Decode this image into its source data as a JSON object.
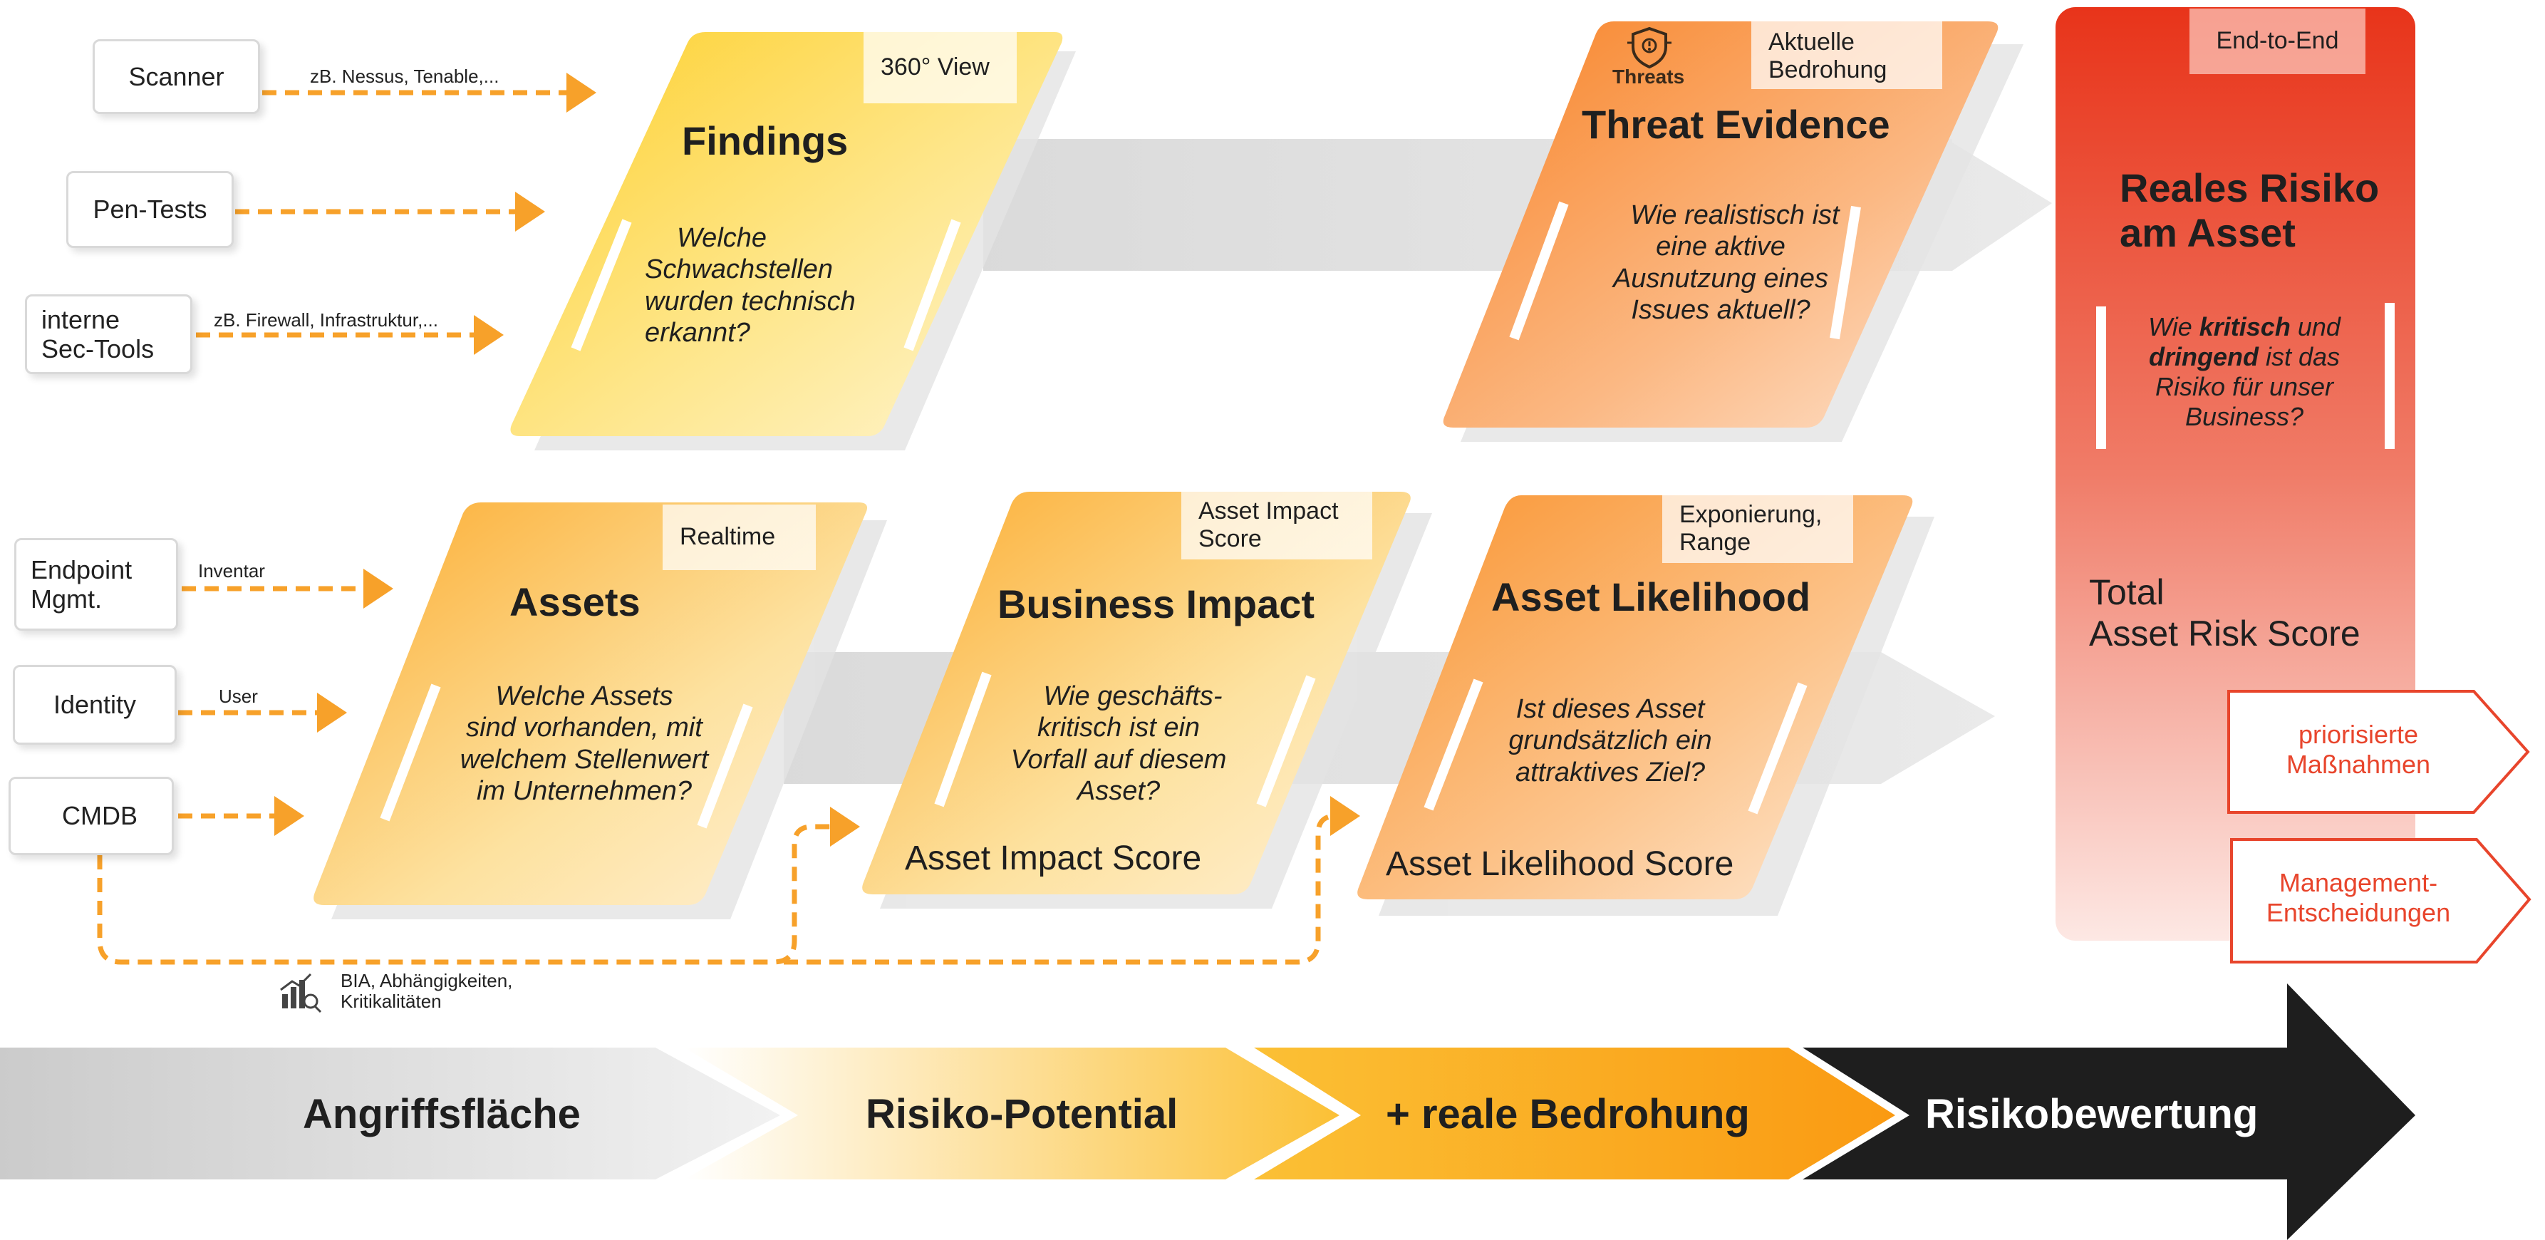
{
  "sources": {
    "scanner": "Scanner",
    "scanner_note": "zB. Nessus, Tenable,...",
    "pentests": "Pen-Tests",
    "internal_line1": "interne",
    "internal_line2": "Sec-Tools",
    "internal_note": "zB. Firewall, Infrastruktur,...",
    "endpoint_line1": "Endpoint",
    "endpoint_line2": "Mgmt.",
    "endpoint_note": "Inventar",
    "identity": "Identity",
    "identity_note": "User",
    "cmdb": "CMDB",
    "cmdb_note_line1": "BIA, Abhängigkeiten,",
    "cmdb_note_line2": "Kritikalitäten"
  },
  "cards": {
    "findings": {
      "tag": "360° View",
      "title": "Findings",
      "q1": "Welche",
      "q2": "Schwachstellen",
      "q3": "wurden technisch",
      "q4": "erkannt?"
    },
    "threat": {
      "icon_label": "Threats",
      "tag_line1": "Aktuelle",
      "tag_line2": "Bedrohung",
      "title": "Threat Evidence",
      "q1": "Wie realistisch ist",
      "q2": "eine aktive",
      "q3": "Ausnutzung eines",
      "q4": "Issues aktuell?"
    },
    "assets": {
      "tag": "Realtime",
      "title": "Assets",
      "q1": "Welche Assets",
      "q2": "sind vorhanden, mit",
      "q3": "welchem Stellenwert",
      "q4": "im Unternehmen?"
    },
    "business": {
      "tag_line1": "Asset Impact",
      "tag_line2": "Score",
      "title": "Business Impact",
      "q1": "Wie geschäfts-",
      "q2": "kritisch ist ein",
      "q3": "Vorfall auf diesem",
      "q4": "Asset?",
      "score": "Asset Impact Score"
    },
    "likelihood": {
      "tag_line1": "Exponierung,",
      "tag_line2": "Range",
      "title": "Asset Likelihood",
      "q1": "Ist dieses Asset",
      "q2": "grundsätzlich ein",
      "q3": "attraktives Ziel?",
      "score": "Asset Likelihood Score"
    }
  },
  "risk": {
    "tag": "End-to-End",
    "title_line1": "Reales Risiko",
    "title_line2": "am Asset",
    "q_pre": "Wie ",
    "q_bold1": "kritisch",
    "q_mid": " und",
    "q_bold2": "dringend",
    "q_post": " ist das",
    "q3": "Risiko für unser",
    "q4": "Business?",
    "total_line1": "Total",
    "total_line2": "Asset Risk Score"
  },
  "outcomes": {
    "measures_line1": "priorisierte",
    "measures_line2": "Maßnahmen",
    "mgmt_line1": "Management-",
    "mgmt_line2": "Entscheidungen"
  },
  "stages": {
    "stage1": "Angriffsfläche",
    "stage2": "Risiko-Potential",
    "stage3": "+ reale Bedrohung",
    "stage4": "Risikobewertung"
  },
  "colors": {
    "accent_orange": "#f7a12a",
    "yellow": "#fdd53a",
    "deep_orange": "#f98b2f",
    "risk_red": "#e8452c",
    "dark": "#1e1e1e"
  }
}
